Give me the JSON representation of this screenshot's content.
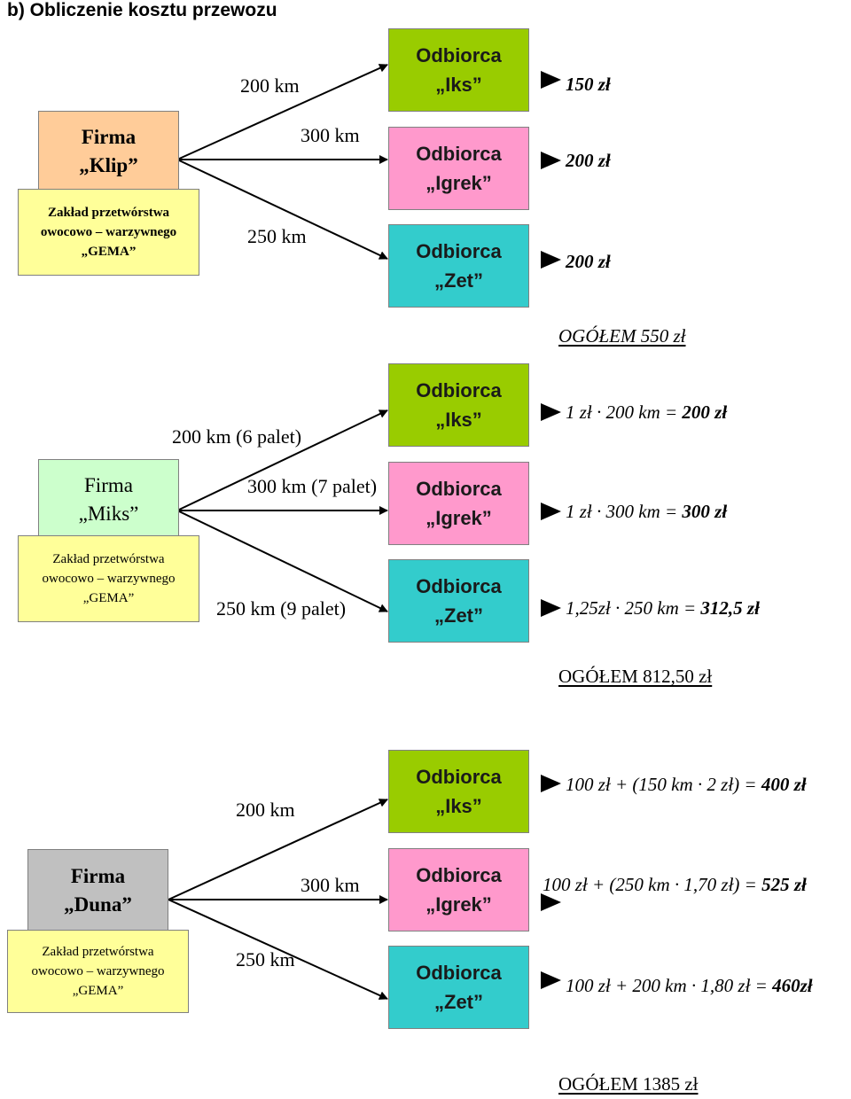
{
  "title": "b) Obliczenie kosztu przewozu",
  "odbiorca_label": "Odbiorca",
  "zaklad": {
    "line1": "Zakład przetwórstwa",
    "line2": "owocowo – warzywnego",
    "line3": "„GEMA”"
  },
  "colors": {
    "iks": "#99cc00",
    "igrek": "#ff99cc",
    "zet": "#33cccc",
    "zaklad": "#ffff99",
    "klip": "#ffcc99",
    "miks": "#ccffcc",
    "duna": "#c0c0c0"
  },
  "sections": [
    {
      "firma": {
        "line1": "Firma",
        "line2": "„Klip”"
      },
      "distances": {
        "iks": "200 km",
        "igrek": "300 km",
        "zet": "250 km"
      },
      "odbiorcy": {
        "iks": "„Iks”",
        "igrek": "„Igrek”",
        "zet": "„Zet”"
      },
      "costs": {
        "iks": {
          "expr": "",
          "result": "150 zł"
        },
        "igrek": {
          "expr": "",
          "result": "200 zł"
        },
        "zet": {
          "expr": "",
          "result": "200 zł"
        }
      },
      "total": "OGÓŁEM 550 zł"
    },
    {
      "firma": {
        "line1": "Firma",
        "line2": "„Miks”"
      },
      "distances": {
        "iks": "200 km (6 palet)",
        "igrek": "300 km (7 palet)",
        "zet": "250 km (9 palet)"
      },
      "odbiorcy": {
        "iks": "„Iks”",
        "igrek": "„Igrek”",
        "zet": "„Zet”"
      },
      "costs": {
        "iks": {
          "expr": "1 zł · 200 km = ",
          "result": "200 zł"
        },
        "igrek": {
          "expr": "1 zł · 300 km = ",
          "result": "300 zł"
        },
        "zet": {
          "expr": "1,25zł · 250 km = ",
          "result": "312,5 zł"
        }
      },
      "total": "OGÓŁEM 812,50 zł"
    },
    {
      "firma": {
        "line1": "Firma",
        "line2": "„Duna”"
      },
      "distances": {
        "iks": "200 km",
        "igrek": "300 km",
        "zet": "250 km"
      },
      "odbiorcy": {
        "iks": "„Iks”",
        "igrek": "„Igrek”",
        "zet": "„Zet”"
      },
      "costs": {
        "iks": {
          "expr": "100 zł + (150 km · 2 zł) = ",
          "result": "400 zł"
        },
        "igrek": {
          "expr": "100 zł + (250 km · 1,70 zł) = ",
          "result": "525 zł"
        },
        "zet": {
          "expr": "100 zł + 200 km · 1,80 zł = ",
          "result": "460zł"
        }
      },
      "total": "OGÓŁEM 1385 zł"
    }
  ]
}
